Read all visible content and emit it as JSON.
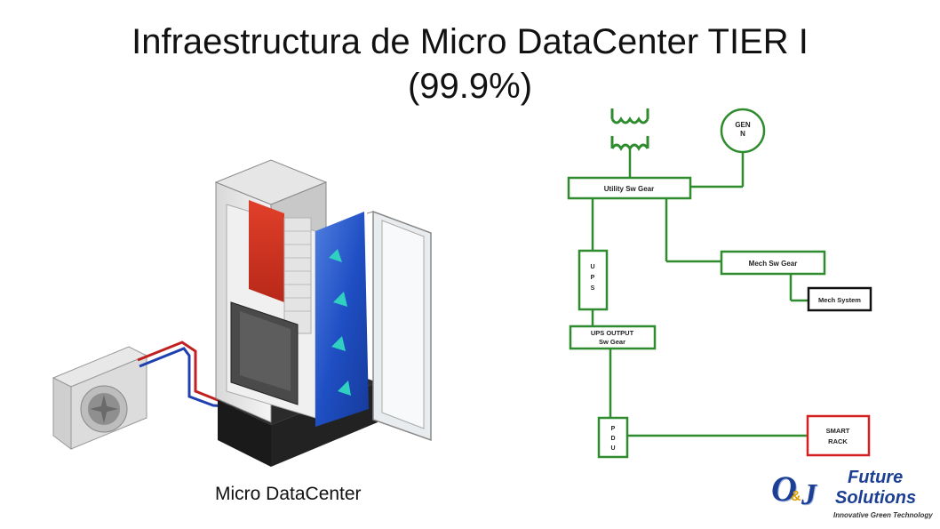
{
  "slide": {
    "title_line1": "Infraestructura de Micro DataCenter TIER I",
    "title_line2": "(99.9%)",
    "caption": "Micro DataCenter"
  },
  "diagram": {
    "gen_line1": "GEN",
    "gen_line2": "N",
    "utility_sw_gear": "Utility Sw Gear",
    "mech_sw_gear": "Mech Sw Gear",
    "mech_system": "Mech System",
    "ups_letters": [
      "U",
      "P",
      "S"
    ],
    "ups_output_line1": "UPS OUTPUT",
    "ups_output_line2": "Sw Gear",
    "pdu_letters": [
      "P",
      "D",
      "U"
    ],
    "smart_rack_line1": "SMART",
    "smart_rack_line2": "RACK",
    "colors": {
      "line": "#2e8b2e",
      "smart_rack": "#d42020",
      "mech_system": "#111111"
    }
  },
  "logo": {
    "mark_o": "O",
    "mark_amp": "&",
    "mark_j": "J",
    "word1": "Future",
    "word2": "Solutions",
    "tagline": "Innovative Green Technology"
  }
}
